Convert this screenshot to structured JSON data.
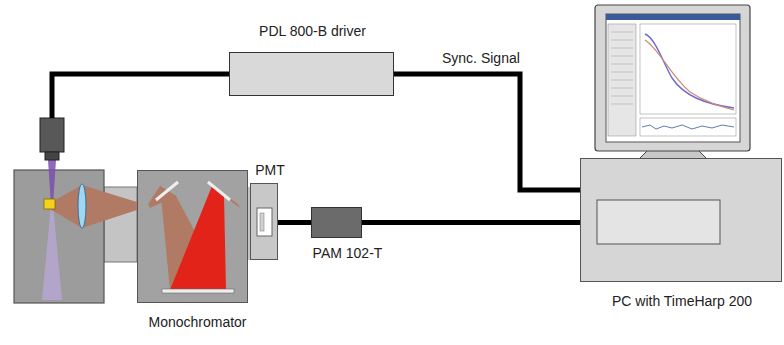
{
  "diagram": {
    "nodes": [
      {
        "text": [
          "PDL 800-B driver"
        ]
      },
      {
        "text": [
          "Monochromator"
        ]
      },
      {
        "text": [
          "PMT"
        ]
      },
      {
        "text": [
          "PAM 102-T"
        ]
      },
      {
        "text": [
          "PC with TimeHarp 200"
        ]
      }
    ],
    "edges": [
      {
        "from": 0,
        "to": 4,
        "label": "Sync. Signal",
        "arrow": "none"
      },
      {
        "from": 2,
        "to": 3,
        "arrow": "none"
      },
      {
        "from": 3,
        "to": 4,
        "arrow": "none"
      }
    ]
  }
}
